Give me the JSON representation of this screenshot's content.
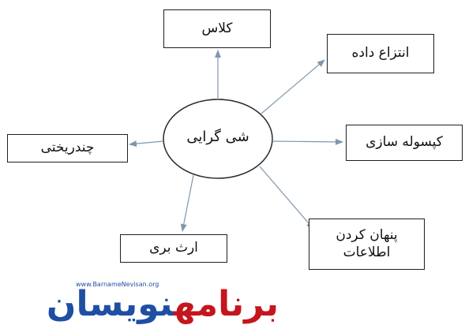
{
  "diagram": {
    "center": "شی گرایی",
    "nodes": {
      "class": "کلاس",
      "abstraction": "انتزاع داده",
      "encapsulation": "کپسوله سازی",
      "hiding": "پنهان کردن اطلاعات",
      "inheritance": "ارث بری",
      "polymorphism": "چندریختی"
    }
  },
  "logo": {
    "url": "www.BarnameNevisan.org",
    "name_part1": "برنامه",
    "name_part2": "نویسان"
  },
  "colors": {
    "arrow": "#7f97ae",
    "box_border": "#1f1f1f",
    "logo_red": "#c4161c",
    "logo_blue": "#1f4fa3"
  }
}
